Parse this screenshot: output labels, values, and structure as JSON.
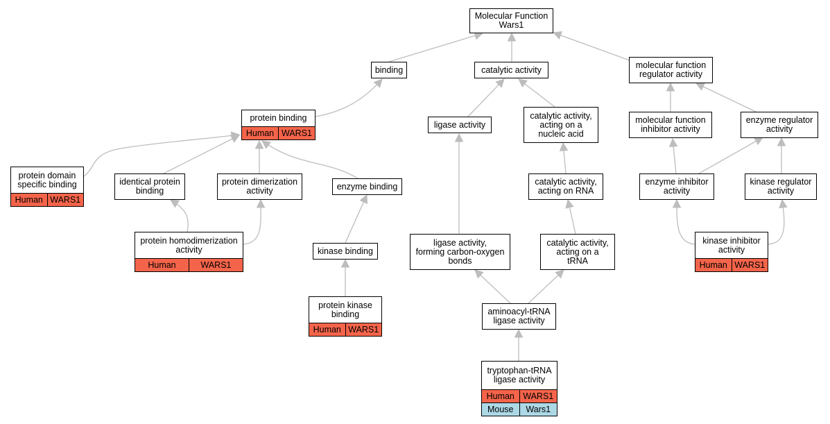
{
  "colors": {
    "human": "#f4644a",
    "mouse": "#add8e6",
    "edge": "#bdbdbd"
  },
  "nodes": {
    "mf": {
      "label": "Molecular Function\nWars1"
    },
    "binding": {
      "label": "binding"
    },
    "catalytic": {
      "label": "catalytic activity"
    },
    "mfreg": {
      "label": "molecular function\nregulator activity"
    },
    "protbind": {
      "label": "protein binding",
      "rows": [
        [
          "Human",
          "WARS1"
        ]
      ]
    },
    "ligase": {
      "label": "ligase activity"
    },
    "catnuc": {
      "label": "catalytic activity,\nacting on a\nnucleic acid"
    },
    "mfinhib": {
      "label": "molecular function\ninhibitor activity"
    },
    "enzreg": {
      "label": "enzyme regulator\nactivity"
    },
    "pdomain": {
      "label": "protein domain\nspecific binding",
      "rows": [
        [
          "Human",
          "WARS1"
        ]
      ]
    },
    "identical": {
      "label": "identical protein\nbinding"
    },
    "dimer": {
      "label": "protein dimerization\nactivity"
    },
    "enzbind": {
      "label": "enzyme binding"
    },
    "catrna": {
      "label": "catalytic activity,\nacting on RNA"
    },
    "enzinhib": {
      "label": "enzyme inhibitor\nactivity"
    },
    "kinreg": {
      "label": "kinase regulator\nactivity"
    },
    "homodimer": {
      "label": "protein homodimerization\nactivity",
      "rows": [
        [
          "Human",
          "WARS1"
        ]
      ]
    },
    "kinbind": {
      "label": "kinase binding"
    },
    "ligaseco": {
      "label": "ligase activity,\nforming carbon-oxygen\nbonds"
    },
    "cattrna": {
      "label": "catalytic activity,\nacting on a\ntRNA"
    },
    "kininhib": {
      "label": "kinase inhibitor\nactivity",
      "rows": [
        [
          "Human",
          "WARS1"
        ]
      ]
    },
    "protkinbind": {
      "label": "protein kinase\nbinding",
      "rows": [
        [
          "Human",
          "WARS1"
        ]
      ]
    },
    "aatrna": {
      "label": "aminoacyl-tRNA\nligase activity"
    },
    "trptrna": {
      "label": "tryptophan-tRNA\nligase activity",
      "rows": [
        [
          "Human",
          "WARS1"
        ],
        [
          "Mouse",
          "Wars1"
        ]
      ]
    }
  }
}
